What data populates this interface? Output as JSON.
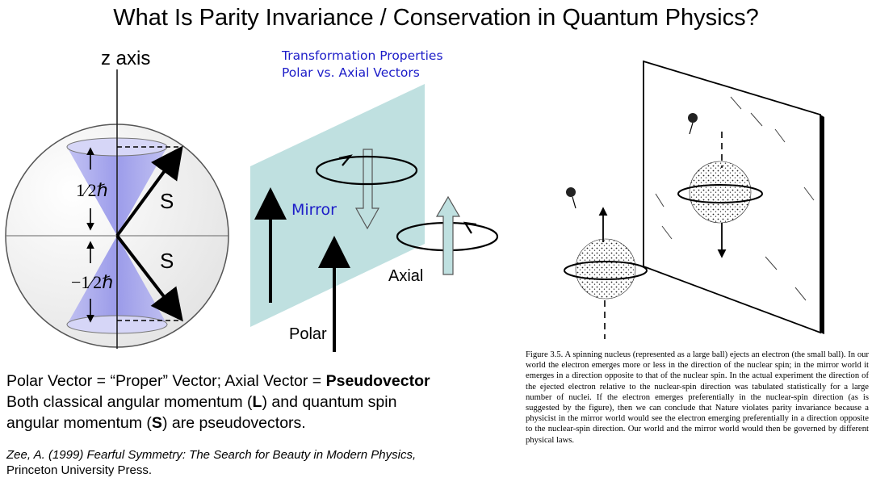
{
  "title": "What Is Parity Invariance / Conservation in Quantum Physics?",
  "spin_figure": {
    "axis_label": "z axis",
    "half_label": "1⁄2ℏ",
    "neg_half_label": "−1⁄2ℏ",
    "vector_upper": "S",
    "vector_lower": "S"
  },
  "mirror_figure": {
    "heading_line1": "Transformation Properties",
    "heading_line2": "Polar vs. Axial Vectors",
    "mirror_label": "Mirror",
    "axial_label": "Axial",
    "polar_label": "Polar",
    "colors": {
      "mirror_fill": "#bfe0e0",
      "heading": "#1c1cc8"
    }
  },
  "body_text": {
    "line1_prefix": "Polar Vector = “Proper” Vector; Axial Vector = ",
    "line1_bold": "Pseudovector",
    "line2_prefix": "Both classical angular momentum (",
    "line2_bold": "L",
    "line2_suffix": ") and quantum spin",
    "line3_prefix": "angular momentum (",
    "line3_bold": "S",
    "line3_suffix": ") are pseudovectors."
  },
  "citation": {
    "italic": "Zee, A. (1999) Fearful Symmetry: The Search for Beauty in Modern Physics,",
    "normal": "Princeton University Press."
  },
  "caption": "Figure 3.5.   A spinning nucleus (represented as a large ball) ejects an electron (the small ball). In our world the electron emerges more or less in the direction of the nuclear spin; in the mirror world it emerges in a direction opposite to that of the nuclear spin. In the actual experiment the direction of the ejected electron relative to the nuclear-spin direction was tabulated statistically for a large number of nuclei. If the electron emerges preferentially in the nuclear-spin direction (as is suggested by the figure), then we can conclude that Nature violates parity invariance because a physicist in the mirror world would see the electron emerging preferentially in a direction opposite to the nuclear-spin direction. Our world and the mirror world would then be governed by different physical laws."
}
